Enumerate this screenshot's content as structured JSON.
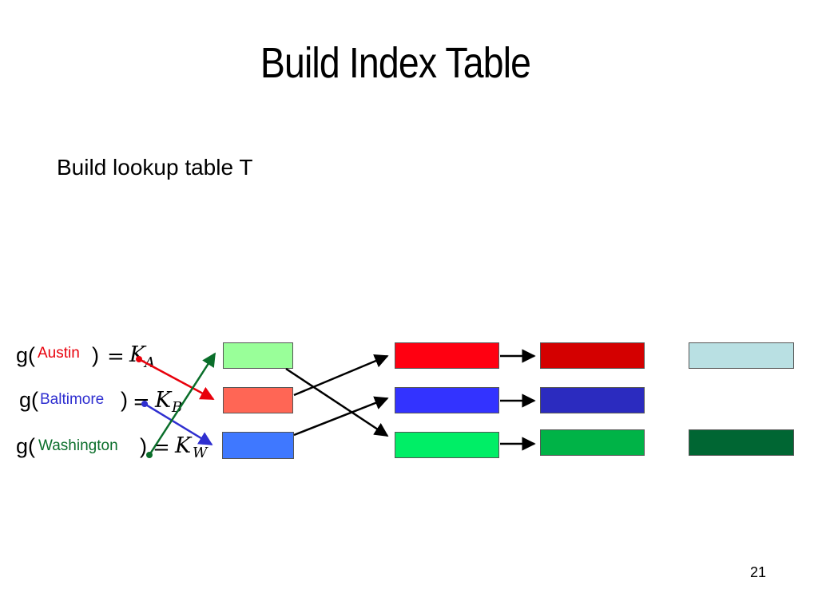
{
  "slide": {
    "title": "Build Index Table",
    "subtitle": "Build lookup table T",
    "page_number": "21"
  },
  "rows": [
    {
      "prefix": "g(",
      "city": "Austin",
      "suffix": ")",
      "equals": "=",
      "key": "K",
      "key_sub": "A"
    },
    {
      "prefix": "g(",
      "city": "Baltimore",
      "suffix": ")",
      "equals": "=",
      "key": "K",
      "key_sub": "B"
    },
    {
      "prefix": "g(",
      "city": "Washington",
      "suffix": ")",
      "equals": "=",
      "key": "K",
      "key_sub": "W"
    }
  ],
  "colors": {
    "austin": "#e8000b",
    "baltimore": "#2f2fd0",
    "washington": "#0a6e2a",
    "key_boxes": [
      "#99ff99",
      "#ff6655",
      "#3f78ff"
    ],
    "column_a": [
      "#ff0011",
      "#3333ff",
      "#00ee66"
    ],
    "column_b": [
      "#d40000",
      "#2b2bbf",
      "#00b347"
    ],
    "column_c": [
      "#b9e0e3",
      "#006633"
    ]
  }
}
